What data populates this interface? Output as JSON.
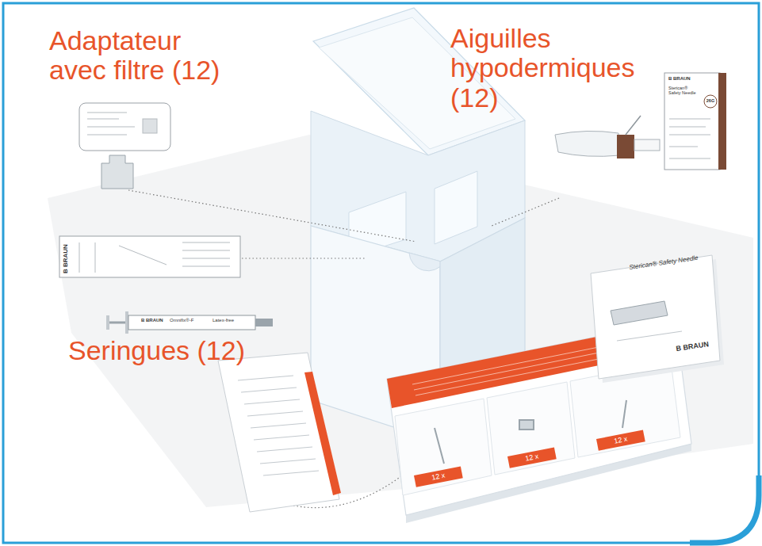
{
  "diagram": {
    "nodes": [
      {
        "text": [
          "12 x"
        ]
      },
      {
        "text": [
          "12 x"
        ]
      },
      {
        "text": [
          "12 x"
        ]
      }
    ],
    "labels": [
      "Adaptateur avec filtre (12)",
      "Aiguilles hypodermiques (12)",
      "Seringues (12)",
      "B BRAUN",
      "B BRAUN",
      "Omnifix®-F",
      "Latex-free",
      "B BRAUN",
      "Sterican® Safety Needle",
      "26G",
      "Sterican® Safety Needle",
      "B BRAUN"
    ]
  }
}
